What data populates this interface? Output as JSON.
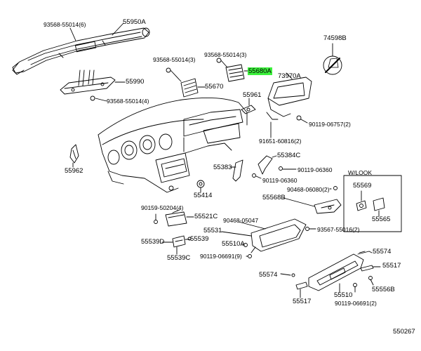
{
  "labels": {
    "p55950a": "55950A",
    "s93568_6": "93568-55014(6)",
    "p74598b": "74598B",
    "s93568_3a": "93568-55014(3)",
    "s93568_3b": "93568-55014(3)",
    "p55680a": "55680A",
    "p55990": "55990",
    "p55670": "55670",
    "p73970a": "73970A",
    "s93568_4": "93568-55014(4)",
    "p55961": "55961",
    "s90119_06757": "90119-06757(2)",
    "s91651": "91651-60816(2)",
    "p55384c": "55384C",
    "p55962": "55962",
    "p55383": "55383",
    "s90119_06360a": "90119-06360",
    "s90119_06360b": "90119-06360",
    "wlook": "W/LOOK",
    "s90468_06080": "90468-06080(2)",
    "p55569": "55569",
    "p55414": "55414",
    "p55568b": "55568B",
    "s90159": "90159-50204(4)",
    "p55521c": "55521C",
    "p55565": "55565",
    "s90468_05047": "90468-05047",
    "s93567": "93567-55016(2)",
    "p55531": "55531",
    "p55539d": "55539D",
    "p55539": "55539",
    "p55510a": "55510A",
    "s90119_06691_9": "90119-06691(9)",
    "p55539c": "55539C",
    "p55574a": "55574",
    "p55517a": "55517",
    "p55574b": "55574",
    "p55556b": "55556B",
    "p55510": "55510",
    "p55517b": "55517",
    "s90119_06691_2": "90119-06691(2)",
    "code": "550267"
  },
  "highlight_color": "#3cf23c"
}
